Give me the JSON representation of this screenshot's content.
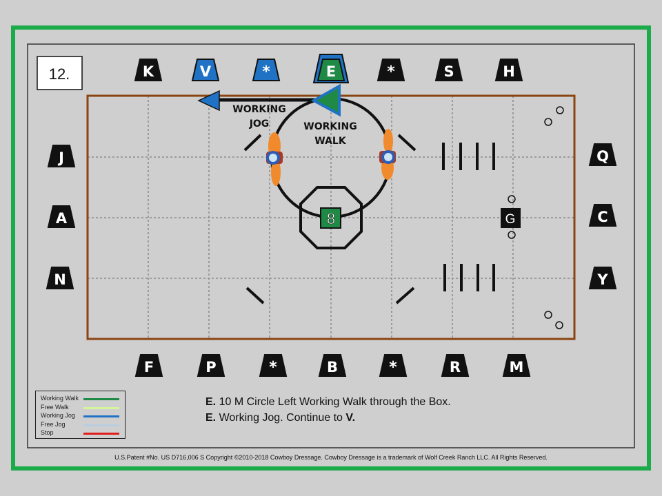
{
  "test_number": "12.",
  "colors": {
    "frame_green": "#1aab4b",
    "arena_brown": "#8a4512",
    "working_walk": "#1e8a45",
    "free_walk": "#d4f59a",
    "working_jog": "#1f72c4",
    "free_jog": "#b9cde0",
    "stop": "#e01e1e",
    "letter_blue": "#1f72c4",
    "marker_green": "#1e8a45"
  },
  "letters": {
    "top": [
      "K",
      "V",
      "*",
      "E",
      "*",
      "S",
      "H"
    ],
    "bottom": [
      "F",
      "P",
      "*",
      "B",
      "*",
      "R",
      "M"
    ],
    "left": [
      "J",
      "A",
      "N"
    ],
    "right": [
      "Q",
      "C",
      "Y"
    ]
  },
  "markers": {
    "center": "8",
    "right": "G"
  },
  "path_labels": {
    "jog_1": "WORKING",
    "jog_2": "JOG",
    "walk_1": "WORKING",
    "walk_2": "WALK"
  },
  "legend": [
    {
      "label": "Working Walk",
      "color": "#1e8a45"
    },
    {
      "label": "Free Walk",
      "color": "#d4f59a"
    },
    {
      "label": "Working Jog",
      "color": "#1f72c4"
    },
    {
      "label": "Free Jog",
      "color": "#b9cde0"
    },
    {
      "label": "Stop",
      "color": "#e01e1e"
    }
  ],
  "instructions": [
    {
      "letter": "E.",
      "text": " 10 M Circle Left Working Walk through the Box.",
      "tail": ""
    },
    {
      "letter": "E.",
      "text": " Working Jog. Continue to ",
      "tail": "V."
    }
  ],
  "footer": "U.S.Patent #No. US D716,006 S  Copyright ©2010-2018 Cowboy Dressage. Cowboy Dressage is a trademark of Wolf Creek Ranch LLC. All Rights Reserved."
}
